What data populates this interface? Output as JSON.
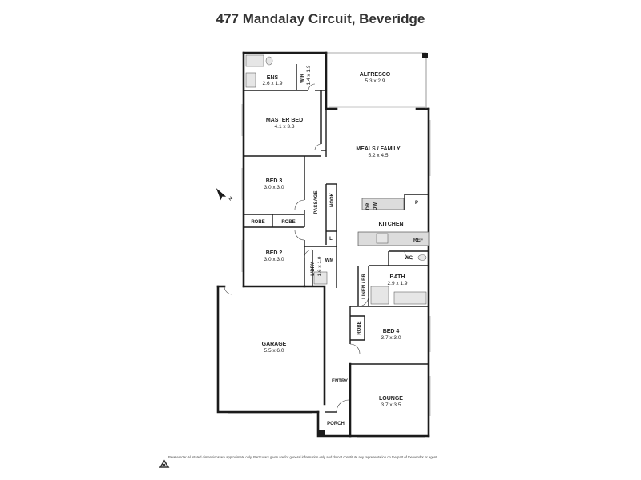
{
  "title": "477 Mandalay Circuit, Beveridge",
  "rooms": {
    "ens": {
      "name": "ENS",
      "dim": "2.6 x 1.9"
    },
    "wir": {
      "name": "WIR",
      "dim": "1.4 x 1.9"
    },
    "alfresco": {
      "name": "ALFRESCO",
      "dim": "5.3 x 2.9"
    },
    "master_bed": {
      "name": "MASTER BED",
      "dim": "4.1 x 3.3"
    },
    "meals_family": {
      "name": "MEALS / FAMILY",
      "dim": "5.2 x 4.5"
    },
    "bed3": {
      "name": "BED 3",
      "dim": "3.0 x 3.0"
    },
    "bed2": {
      "name": "BED 2",
      "dim": "3.0 x 3.0"
    },
    "kitchen": {
      "name": "KITCHEN"
    },
    "ldry": {
      "name": "L'DRY",
      "dim": "1.6 x 1.9"
    },
    "bath": {
      "name": "BATH",
      "dim": "2.9 x 1.9"
    },
    "garage": {
      "name": "GARAGE",
      "dim": "5.5 x 6.0"
    },
    "bed4": {
      "name": "BED 4",
      "dim": "3.7 x 3.0"
    },
    "lounge": {
      "name": "LOUNGE",
      "dim": "3.7 x 3.5"
    }
  },
  "labels": {
    "robe1": "ROBE",
    "robe2": "ROBE",
    "robe3": "ROBE",
    "passage": "PASSAGE",
    "nook": "NOOK",
    "linen": "LINEN / BR",
    "wc": "WC",
    "wm": "WM",
    "l": "L",
    "p": "P",
    "ref": "REF",
    "dr": "DR",
    "dw": "DW",
    "entry": "ENTRY",
    "porch": "PORCH"
  },
  "disclaimer": "Please note: All stated dimensions are approximate only. Particulars given are for general information only and do not constitute any representation on the part of the vendor or agent."
}
